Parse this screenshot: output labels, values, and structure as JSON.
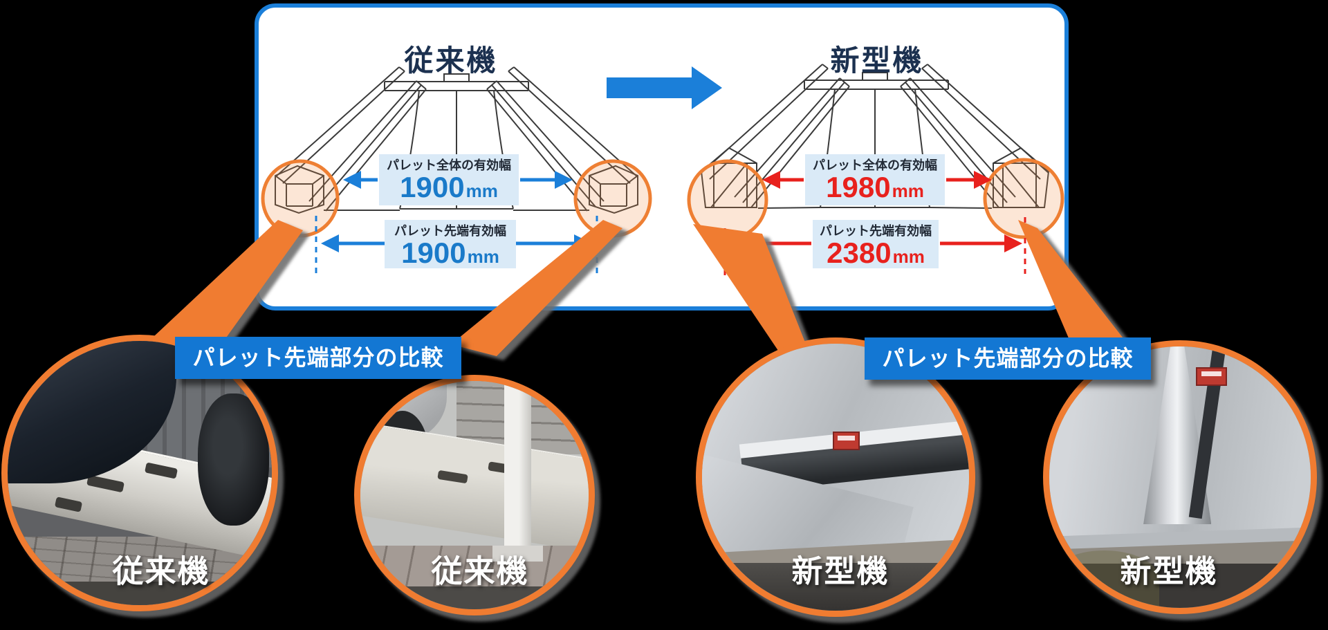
{
  "panel": {
    "left": {
      "title": "従来機",
      "full_label": "パレット全体の有効幅",
      "full_value": "1900",
      "tip_label": "パレット先端有効幅",
      "tip_value": "1900"
    },
    "right": {
      "title": "新型機",
      "full_label": "パレット全体の有効幅",
      "full_value": "1980",
      "tip_label": "パレット先端有効幅",
      "tip_value": "2380"
    },
    "unit": "mm"
  },
  "comparison": {
    "banner_left": "パレット先端部分の比較",
    "banner_right": "パレット先端部分の比較",
    "photo_labels": [
      "従来機",
      "従来機",
      "新型機",
      "新型機"
    ]
  },
  "colors": {
    "panel_border_blue": "#1b7fd9",
    "title_navy": "#1c3150",
    "value_blue": "#1a7ac9",
    "value_red": "#e8211d",
    "banner_blue": "#1377d3",
    "highlight_orange": "#f07c31",
    "measure_box_bg": "#daeaf7"
  }
}
